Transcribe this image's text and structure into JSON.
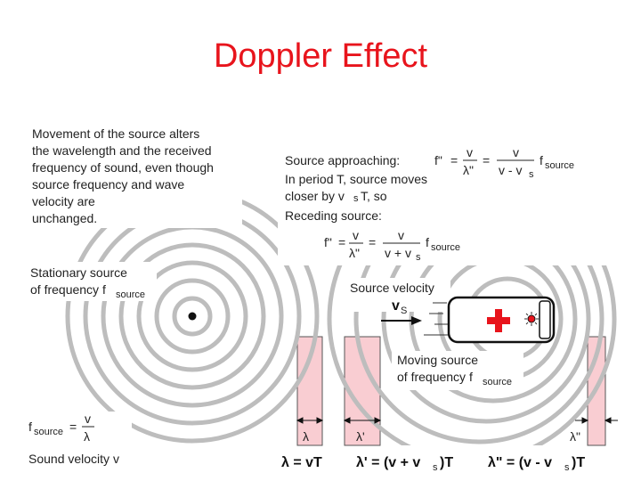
{
  "title": "Doppler Effect",
  "intro_lines": [
    "Movement of the source alters",
    "the wavelength and the received",
    "frequency of sound, even though",
    "source frequency and wave",
    "velocity are",
    "unchanged."
  ],
  "approach": {
    "label": "Source approaching:",
    "f_pp": "f\"",
    "eq": "=",
    "v": "v",
    "lam_pp": "λ\"",
    "v_minus": "v - v",
    "s_sub": "s",
    "f_source": "f",
    "source_sub": "source"
  },
  "period_lines": [
    "In period T, source moves",
    "closer by v",
    "T, so"
  ],
  "s_small": "s",
  "receding": {
    "label": "Receding source:",
    "f_p": "f\"",
    "eq": "=",
    "v": "v",
    "lam_p": "λ\"",
    "v_plus": "v + v",
    "s_sub": "s",
    "f_source": "f",
    "source_sub": "source"
  },
  "stationary": {
    "line1": "Stationary source",
    "line2": "of frequency f",
    "sub": "source"
  },
  "velocity": {
    "label": "Source velocity",
    "vs": "v",
    "s_sub": "S"
  },
  "moving": {
    "line1": "Moving source",
    "line2": "of frequency f",
    "sub": "source"
  },
  "fsource_eq": {
    "f": "f",
    "sub": "source",
    "eq": "=",
    "v": "v",
    "lam": "λ"
  },
  "sound_velocity": "Sound velocity v",
  "bar_labels": [
    "λ",
    "λ'",
    "λ\""
  ],
  "bottom_eqs": {
    "eq1": "λ  = vT",
    "eq2a": "λ' = (v + v",
    "eq2s": "s",
    "eq2b": ")T",
    "eq3a": "λ\" = (v - v",
    "eq3s": "s",
    "eq3b": ")T"
  },
  "colors": {
    "title": "#e8141c",
    "bar_fill": "#f9cdd2",
    "wave": "#bdbdbd",
    "cross": "#e8141c"
  }
}
